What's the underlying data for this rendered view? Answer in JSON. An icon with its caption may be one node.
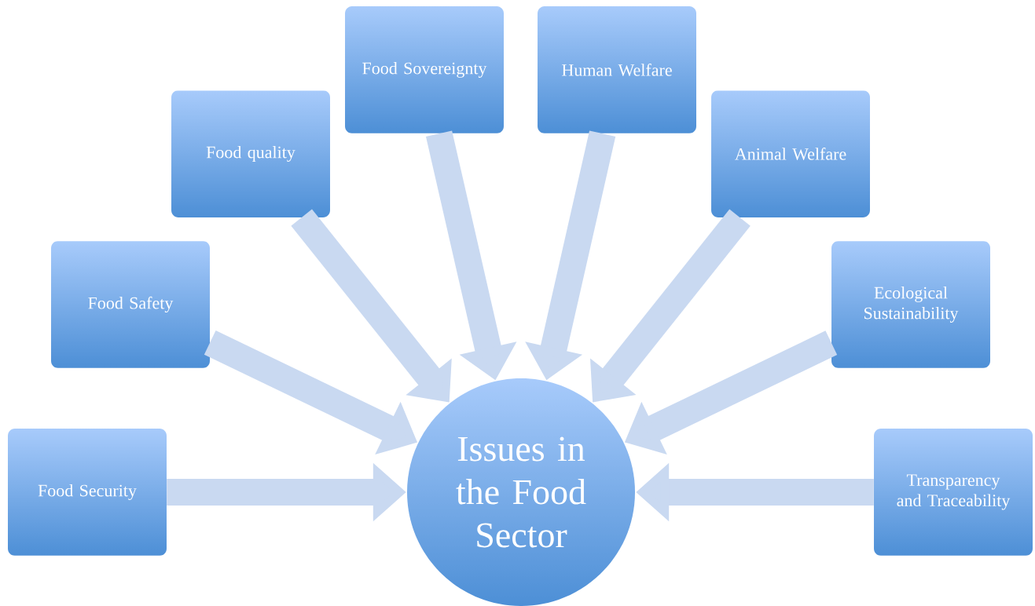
{
  "diagram": {
    "nodes": [
      {
        "text": [
          "Food Security"
        ]
      },
      {
        "text": [
          "Food Safety"
        ]
      },
      {
        "text": [
          "Food quality"
        ]
      },
      {
        "text": [
          "Food Sovereignty"
        ]
      },
      {
        "text": [
          "Human Welfare"
        ]
      },
      {
        "text": [
          "Animal Welfare"
        ]
      },
      {
        "text": [
          "Ecological Sustainability"
        ]
      },
      {
        "text": [
          "Transparency and Traceability"
        ]
      },
      {
        "text": [
          "Issues in the Food Sector"
        ]
      }
    ],
    "edges": [
      {
        "from": 0,
        "to": 8,
        "arrow": "to"
      },
      {
        "from": 1,
        "to": 8,
        "arrow": "to"
      },
      {
        "from": 2,
        "to": 8,
        "arrow": "to"
      },
      {
        "from": 3,
        "to": 8,
        "arrow": "to"
      },
      {
        "from": 4,
        "to": 8,
        "arrow": "to"
      },
      {
        "from": 5,
        "to": 8,
        "arrow": "to"
      },
      {
        "from": 6,
        "to": 8,
        "arrow": "to"
      },
      {
        "from": 7,
        "to": 8,
        "arrow": "to"
      }
    ]
  }
}
